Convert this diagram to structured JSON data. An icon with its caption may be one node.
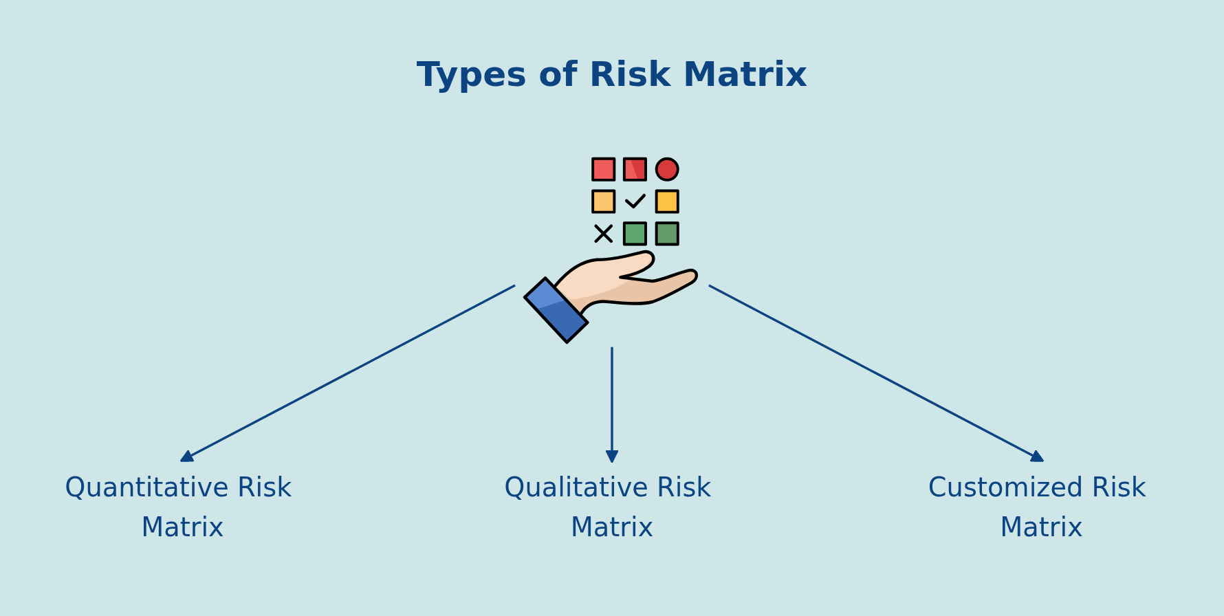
{
  "diagram": {
    "title": "Types of Risk Matrix",
    "nodes": [
      {
        "text": [],
        "shape": "picture"
      },
      {
        "text": [
          "Quantitative Risk Matrix"
        ]
      },
      {
        "text": [
          "Customized Risk Matrix"
        ]
      },
      {
        "text": [
          "Qualitative Risk Matrix"
        ]
      }
    ],
    "edges": [
      {
        "from": 0,
        "to": 1,
        "arrow": "to"
      },
      {
        "from": 0,
        "to": 3,
        "arrow": "to"
      },
      {
        "from": 0,
        "to": 2,
        "arrow": "to"
      }
    ]
  }
}
